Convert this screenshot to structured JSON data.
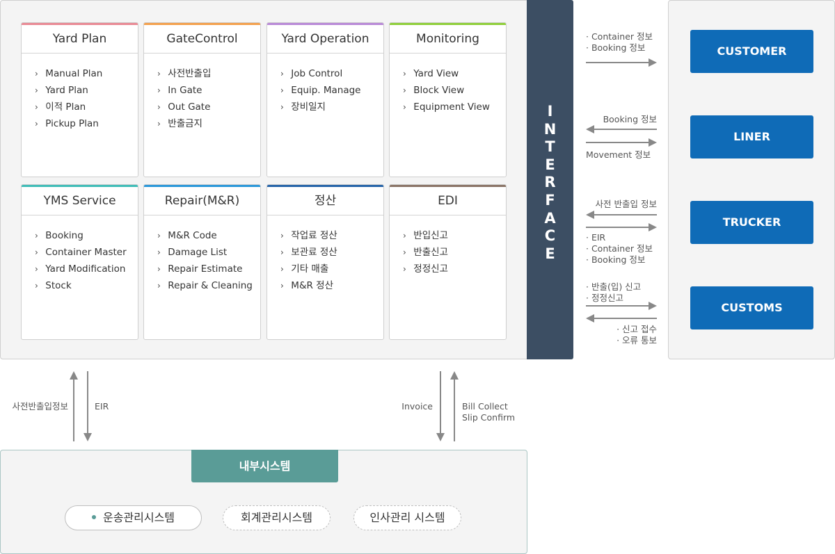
{
  "modules": [
    {
      "title": "Yard Plan",
      "color": "#e98a94",
      "items": [
        "Manual Plan",
        "Yard Plan",
        "이적 Plan",
        "Pickup Plan"
      ]
    },
    {
      "title": "GateControl",
      "color": "#f3a04d",
      "items": [
        "사전반출입",
        "In Gate",
        "Out Gate",
        "반출금지"
      ]
    },
    {
      "title": "Yard Operation",
      "color": "#b98ad8",
      "items": [
        "Job Control",
        "Equip. Manage",
        "장비일지"
      ]
    },
    {
      "title": "Monitoring",
      "color": "#8fcf3a",
      "items": [
        "Yard View",
        "Block View",
        "Equipment View"
      ]
    },
    {
      "title": "YMS Service",
      "color": "#3fbcb7",
      "items": [
        "Booking",
        "Container Master",
        "Yard Modification",
        "Stock"
      ]
    },
    {
      "title": "Repair(M&R)",
      "color": "#2a97d9",
      "items": [
        "M&R Code",
        "Damage List",
        "Repair Estimate",
        "Repair & Cleaning"
      ]
    },
    {
      "title": "정산",
      "color": "#2563a8",
      "items": [
        "작업료 정산",
        "보관료 정산",
        "기타 매출",
        "M&R 정산"
      ]
    },
    {
      "title": "EDI",
      "color": "#8a7466",
      "items": [
        "반입신고",
        "반출신고",
        "정정신고"
      ]
    }
  ],
  "interface_label": "INTERFACE",
  "external_systems": [
    "CUSTOMER",
    "LINER",
    "TRUCKER",
    "CUSTOMS"
  ],
  "flows": {
    "customer": [
      "· Container 정보",
      "· Booking 정보"
    ],
    "liner_in": "Booking 정보",
    "liner_out": "Movement 정보",
    "trucker_in": "사전 반출입 정보",
    "trucker_out": [
      "· EIR",
      "· Container 정보",
      "· Booking 정보"
    ],
    "customs_out": [
      "· 반출(입) 신고",
      "· 정정신고"
    ],
    "customs_in": [
      "· 신고 접수",
      "· 오류 통보"
    ]
  },
  "internal_flows": {
    "pre_in_out": "사전반출입정보",
    "eir": "EIR",
    "invoice": "Invoice",
    "bill_collect": [
      "Bill Collect",
      "Slip Confirm"
    ]
  },
  "internal_system": {
    "title": "내부시스템",
    "items": [
      "운송관리시스템",
      "회계관리시스템",
      "인사관리 시스템"
    ]
  },
  "colors": {
    "interface": "#3c4e63",
    "external_box": "#0f6bb7",
    "internal_header": "#5a9c97",
    "arrow": "#888888"
  }
}
